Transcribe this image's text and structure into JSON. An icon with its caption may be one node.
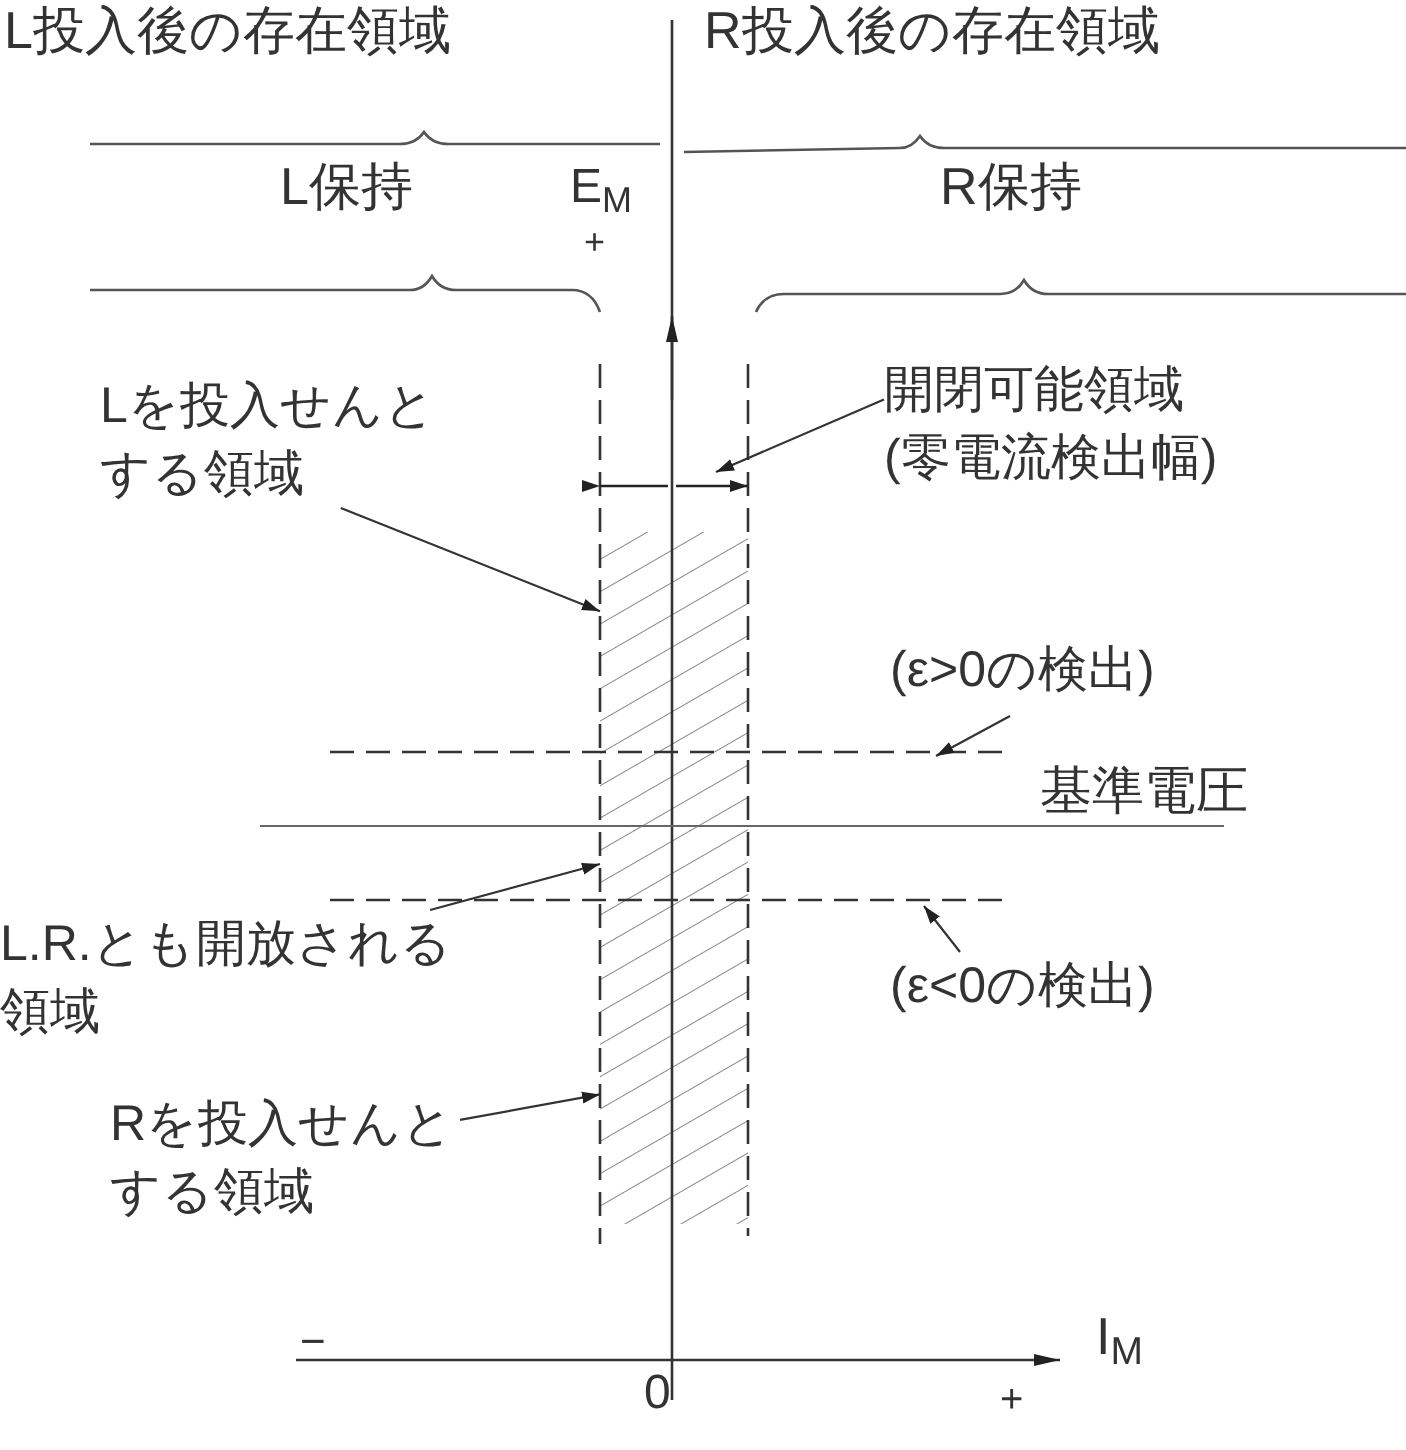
{
  "diagram": {
    "nodes": [
      {
        "text": [
          "Lを投入せんとする領域"
        ]
      },
      {
        "text": [
          "開閉可能領域(零電流検出幅)"
        ]
      },
      {
        "text": [
          "(ε>0の検出)"
        ]
      },
      {
        "text": [
          "L.R.とも開放される領域"
        ]
      },
      {
        "text": [
          "(ε<0の検出)"
        ]
      },
      {
        "text": [
          "Rを投入せんとする領域"
        ]
      },
      {
        "text": [],
        "shape": "box"
      },
      {
        "text": [],
        "shape": "box"
      },
      {
        "text": [],
        "shape": "box"
      }
    ],
    "edges": [
      {
        "from": 0,
        "to": 6,
        "arrow": "to"
      },
      {
        "from": 1,
        "to": null,
        "arrow": "to"
      },
      {
        "from": 2,
        "to": null,
        "arrow": "to"
      },
      {
        "from": 3,
        "to": 7,
        "arrow": "to"
      },
      {
        "from": 4,
        "to": null,
        "arrow": "to"
      },
      {
        "from": 5,
        "to": 8,
        "arrow": "to"
      }
    ],
    "labels": [
      "L投入後の存在領域",
      "R投入後の存在領域",
      "L保持",
      "E$_{M}$",
      "+",
      "R保持",
      "基準電圧",
      "I$_{M}$",
      "−",
      "0",
      "+"
    ]
  }
}
